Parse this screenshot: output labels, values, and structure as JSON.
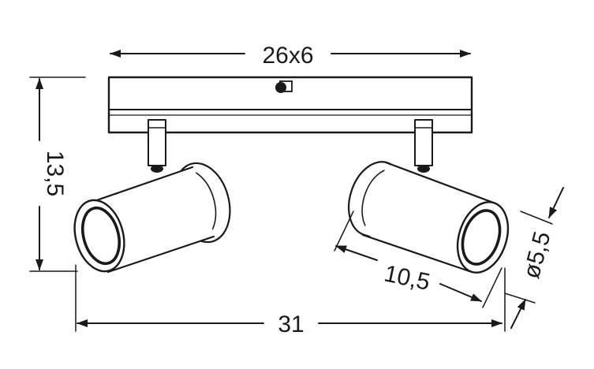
{
  "dimensions": {
    "plate": "26x6",
    "height": "13,5",
    "width": "31",
    "spot_length": "10,5",
    "spot_diameter": "ø5,5"
  },
  "colors": {
    "line": "#1a1a1a",
    "background": "#ffffff"
  }
}
